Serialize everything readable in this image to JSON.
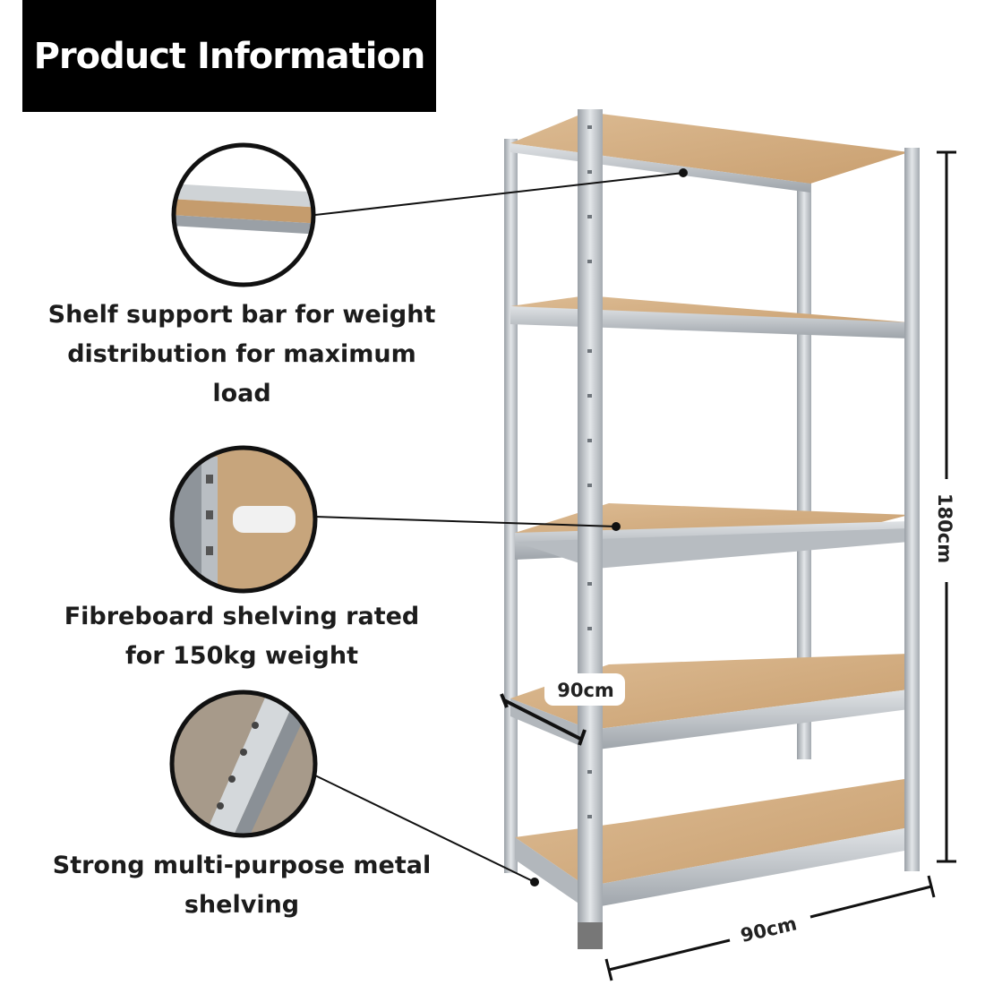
{
  "header": {
    "title": "Product Information"
  },
  "features": [
    {
      "caption_line1": "Shelf support bar for weight",
      "caption_line2": "distribution for maximum",
      "caption_line3": "load",
      "icon": "support-bar-closeup"
    },
    {
      "caption_line1": "Fibreboard shelving rated",
      "caption_line2": "for 150kg weight",
      "icon": "fibreboard-closeup"
    },
    {
      "caption_line1": "Strong multi-purpose metal",
      "caption_line2": "shelving",
      "icon": "metal-upright-closeup"
    }
  ],
  "dimensions": {
    "height": "180cm",
    "width": "90cm",
    "depth": "90cm"
  },
  "colors": {
    "header_bg": "#000000",
    "board": "#d6b38a",
    "metal": "#c9cdd1"
  }
}
